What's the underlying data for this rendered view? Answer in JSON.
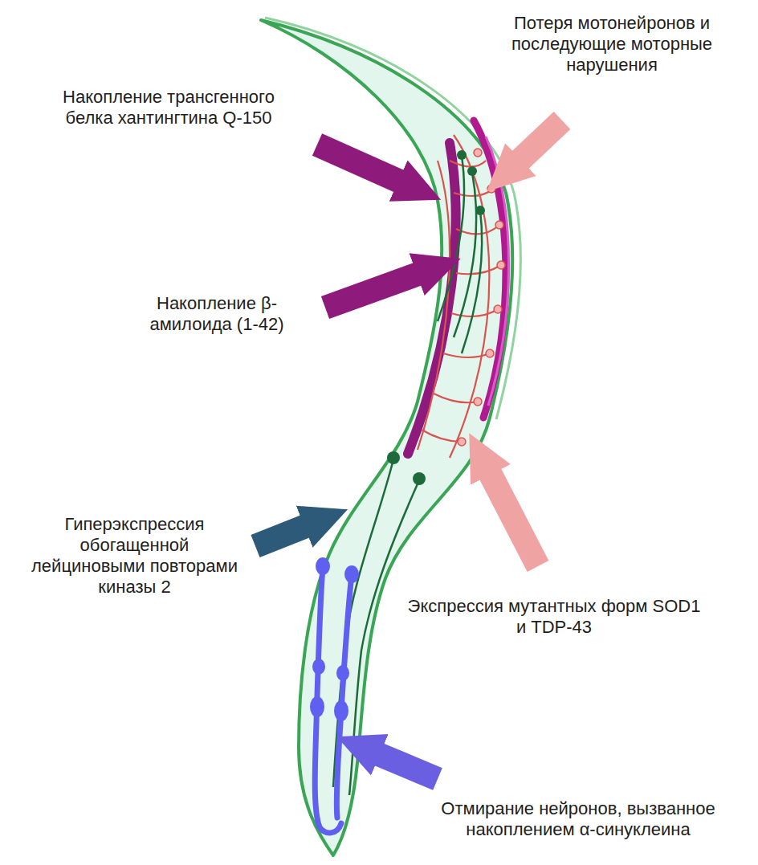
{
  "diagram": {
    "labels": [
      "Потеря мотонейронов и последующие моторные нарушения",
      "Накопление трансгенного белка хантингтина Q-150",
      "Накопление β-амилоида (1-42)",
      "Гиперэкспрессия обогащенной лейциновыми повторами киназы 2",
      "Экспрессия мутантных форм SOD1 и TDP-43",
      "Отмирание нейронов, вызванное накоплением α-синуклеина"
    ]
  }
}
